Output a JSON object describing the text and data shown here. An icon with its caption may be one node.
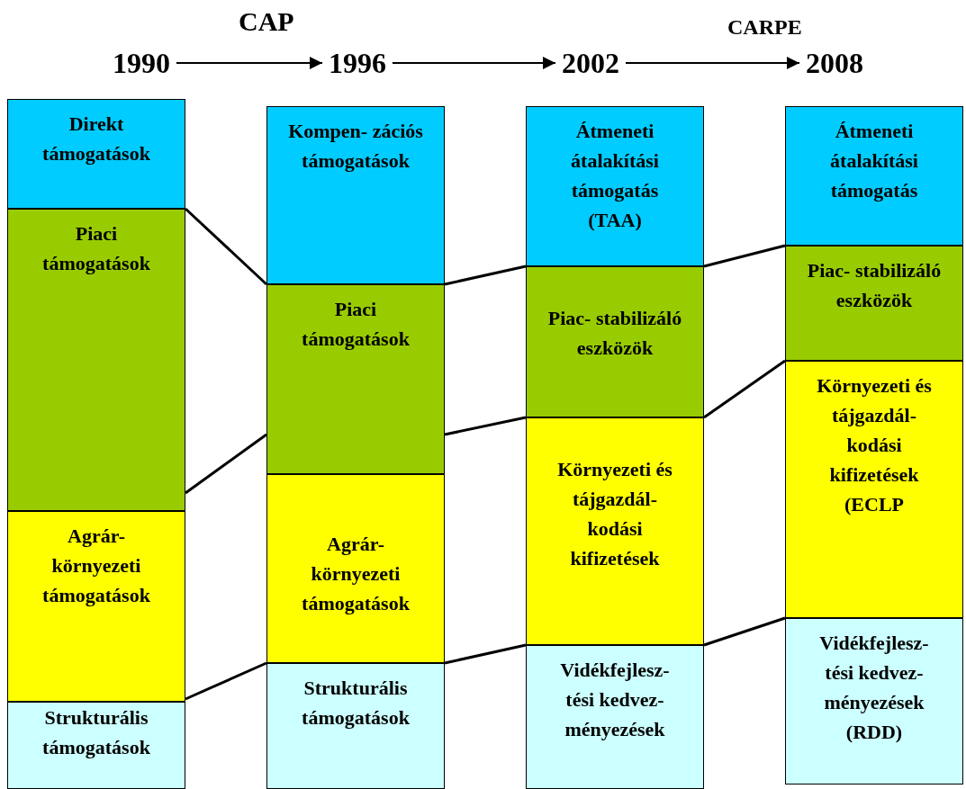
{
  "diagram": {
    "nodes": [
      {
        "text": [
          "1990"
        ]
      },
      {
        "text": [
          "Direkt támogatások"
        ]
      },
      {
        "text": [
          "Piaci támogatások"
        ]
      },
      {
        "text": [
          "Agrár- környezeti támogatások"
        ]
      },
      {
        "text": [
          "Strukturális támogatások"
        ]
      },
      {
        "text": [
          "1996"
        ]
      },
      {
        "text": [
          "Kompen- zációs támogatások"
        ]
      },
      {
        "text": [
          "Piaci támogatások"
        ]
      },
      {
        "text": [
          "Agrár- környezeti támogatások"
        ]
      },
      {
        "text": [
          "Strukturális támogatások"
        ]
      },
      {
        "text": [
          "2002"
        ]
      },
      {
        "text": [
          "Átmeneti átalakítási támogatás (TAA)"
        ]
      },
      {
        "text": [
          "Piac- stabilizáló eszközök"
        ]
      },
      {
        "text": [
          "Környezeti és tájgazdál- kodási kifizetések"
        ]
      },
      {
        "text": [
          "Vidékfejlesz- tési kedvez- ményezések"
        ]
      },
      {
        "text": [
          "2008"
        ]
      },
      {
        "text": [
          "Átmeneti átalakítási támogatás"
        ]
      },
      {
        "text": [
          "Piac- stabilizáló eszközök"
        ]
      },
      {
        "text": [
          "Környezeti és tájgazdál- kodási kifizetések (ECLP"
        ]
      },
      {
        "text": [
          "Vidékfejlesz- tési kedvez- ményezések (RDD)"
        ]
      }
    ],
    "edges": [
      {
        "from": 0,
        "to": 5,
        "arrow": "to",
        "label": "CAP"
      },
      {
        "from": 5,
        "to": 10,
        "arrow": "to"
      },
      {
        "from": 10,
        "to": 15,
        "arrow": "to",
        "label": "CARPE"
      },
      {
        "from": 2,
        "to": 7,
        "arrow": "none"
      },
      {
        "from": 2,
        "to": 7,
        "arrow": "none"
      },
      {
        "from": 3,
        "to": 8,
        "arrow": "none"
      },
      {
        "from": 7,
        "to": 12,
        "arrow": "none"
      },
      {
        "from": 7,
        "to": 12,
        "arrow": "none"
      },
      {
        "from": 9,
        "to": 14,
        "arrow": "none"
      },
      {
        "from": 12,
        "to": 17,
        "arrow": "none"
      },
      {
        "from": 13,
        "to": 18,
        "arrow": "none"
      },
      {
        "from": 14,
        "to": 19,
        "arrow": "none"
      }
    ]
  }
}
